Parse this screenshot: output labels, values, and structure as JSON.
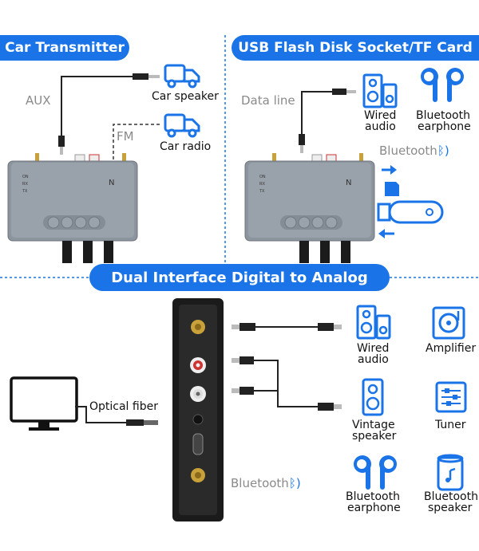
{
  "sections": {
    "car_transmitter": {
      "title": "Car Transmitter"
    },
    "usb_tf": {
      "title": "USB Flash Disk Socket/TF Card"
    },
    "dual": {
      "title": "Dual Interface Digital to Analog"
    }
  },
  "labels": {
    "aux": "AUX",
    "fm": "FM",
    "car_speaker": "Car speaker",
    "car_radio": "Car radio",
    "data_line": "Data line",
    "wired_audio_1": "Wired",
    "wired_audio_2": "audio",
    "bt_earphone_1": "Bluetooth",
    "bt_earphone_2": "earphone",
    "bluetooth": "Bluetooth",
    "optical_fiber": "Optical fiber",
    "amplifier": "Amplifier",
    "vintage_1": "Vintage",
    "vintage_2": "speaker",
    "tuner": "Tuner",
    "bt_speaker_1": "Bluetooth",
    "bt_speaker_2": "speaker"
  },
  "device": {
    "leds": [
      "ON",
      "RX",
      "TX"
    ]
  },
  "colors": {
    "accent": "#1a74e8",
    "device_gray": "#8c949e",
    "device_black": "#1b1b1b"
  }
}
